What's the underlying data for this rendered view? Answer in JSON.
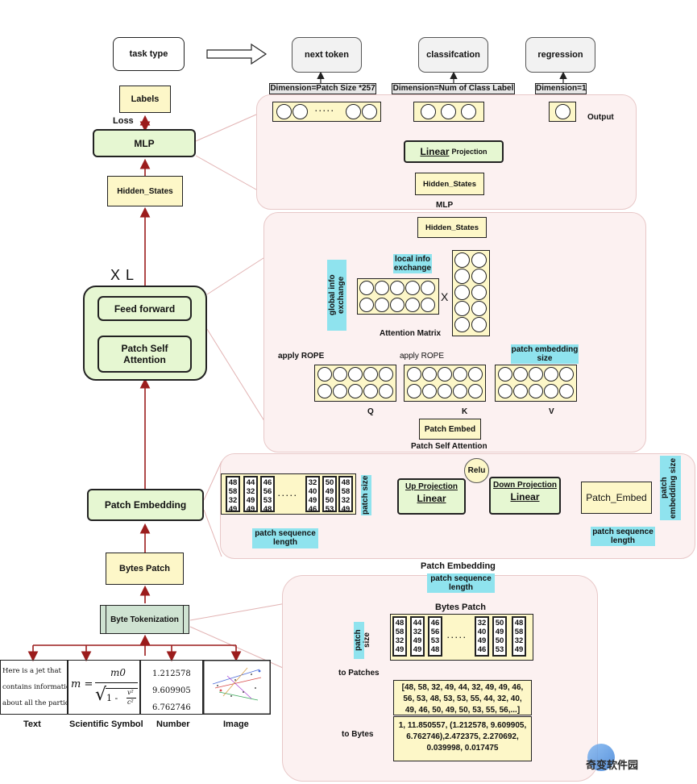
{
  "left": {
    "task_type": "task type",
    "labels": "Labels",
    "loss": "Loss",
    "mlp": "MLP",
    "hidden_states": "Hidden_States",
    "xl": "X L",
    "feed_forward": "Feed forward",
    "patch_self_attention": "Patch Self Attention",
    "patch_embedding": "Patch Embedding",
    "bytes_patch": "Bytes Patch",
    "byte_tokenization": "Byte Tokenization",
    "inputs": [
      {
        "label": "Text",
        "content": [
          "Here is a jet that",
          "contains information",
          "about all the particle"
        ]
      },
      {
        "label": "Scientific Symbol",
        "content": [
          "m =",
          "m0",
          "1 -",
          "v²",
          "c²"
        ]
      },
      {
        "label": "Number",
        "content": [
          "1.212578",
          "9.609905",
          "6.762746"
        ]
      },
      {
        "label": "Image",
        "content": []
      }
    ]
  },
  "output": {
    "tasks": [
      "next token",
      "classifcation",
      "regression"
    ],
    "dims": [
      "Dimension=Patch Size *257",
      "Dimension=Num of Class Label",
      "Dimension=1"
    ],
    "dots": ". . . . .",
    "output_label": "Output",
    "linear": "Linear",
    "projection": "Projection",
    "hidden_states": "Hidden_States",
    "panel_title": "MLP"
  },
  "attention": {
    "hidden_states": "Hidden_States",
    "local_info": "local info exchange",
    "global_info": "global info exchange",
    "x": "X",
    "attention_matrix": "Attention Matrix",
    "apply_rope_1": "apply ROPE",
    "apply_rope_2": "apply ROPE",
    "patch_embedding_size": "patch embedding size",
    "q": "Q",
    "k": "K",
    "v": "V",
    "patch_embed": "Patch Embed",
    "panel_title": "Patch Self Attention"
  },
  "embedding": {
    "columns": [
      [
        "48",
        "58",
        "32",
        "49"
      ],
      [
        "44",
        "32",
        "49",
        "49"
      ],
      [
        "46",
        "56",
        "53",
        "48"
      ],
      [
        "32",
        "40",
        "49",
        "46"
      ],
      [
        "50",
        "49",
        "50",
        "53"
      ],
      [
        "48",
        "58",
        "32",
        "49"
      ]
    ],
    "dots": ". . . . .",
    "patch_size": "patch size",
    "patch_sequence_length": "patch sequence length",
    "relu": "Relu",
    "up_projection": "Up Projection",
    "down_projection": "Down Projection",
    "linear": "Linear",
    "patch_embed": "Patch_Embed",
    "patch_embedding_size": "patch embedding size",
    "panel_title": "Patch Embedding"
  },
  "bytes": {
    "patch_sequence_length": "patch sequence length",
    "bytes_patch": "Bytes Patch",
    "patch_size": "patch size",
    "columns": [
      [
        "48",
        "58",
        "32",
        "49"
      ],
      [
        "44",
        "32",
        "49",
        "49"
      ],
      [
        "46",
        "56",
        "53",
        "48"
      ],
      [
        "32",
        "40",
        "49",
        "46"
      ],
      [
        "50",
        "49",
        "50",
        "53"
      ],
      [
        "48",
        "58",
        "32",
        "49"
      ]
    ],
    "dots": ". . . . .",
    "to_patches": "to Patches",
    "byte_list": "[48, 58, 32, 49, 44, 32, 49, 49, 46, 56, 53, 48, 53, 53, 55, 44, 32, 40, 49, 46, 50, 49, 50, 53, 55, 56,...]",
    "to_bytes": "to Bytes",
    "raw_input": "1, 11.850557, (1.212578, 9.609905, 6.762746),2.472375, 2.270692, 0.039998, 0.017475"
  },
  "watermark": "奇变软件园",
  "colors": {
    "arrow": "#9b1c1c",
    "yellow": "#fdf7c8",
    "green": "#e6f7d2",
    "cyan": "#8fe3ee",
    "panel": "#fcf1f1"
  }
}
